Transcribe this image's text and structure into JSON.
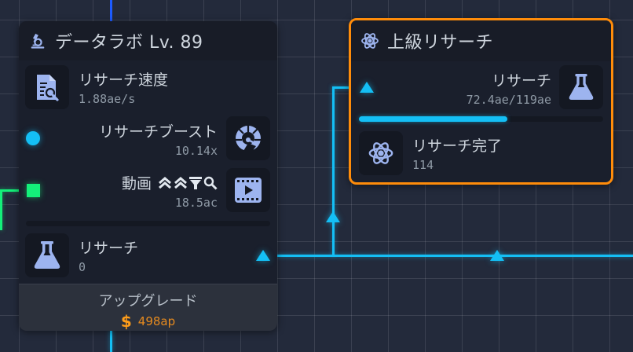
{
  "colors": {
    "accent_cyan": "#14bff5",
    "accent_green": "#14f07a",
    "selection_orange": "#ff8c0a",
    "cost_orange": "#e58a1f",
    "icon_lavender": "#9db4ef",
    "panel_bg": "#1a1f2c",
    "grid_bg": "#232a3b"
  },
  "data_lab": {
    "title_icon": "microscope-icon",
    "title": "データラボ Lv. 89",
    "research_speed": {
      "icon": "document-search-icon",
      "label": "リサーチ速度",
      "value": "1.88ae/s"
    },
    "research_boost": {
      "port": "input-circle",
      "label": "リサーチブースト",
      "value": "10.14x",
      "icon": "speedometer-icon"
    },
    "video": {
      "port": "input-square",
      "label": "動画",
      "tag_icons": [
        "double-chevron-up-icon",
        "double-chevron-up-icon",
        "filter-icon",
        "search-icon"
      ],
      "value": "18.5ac",
      "icon": "film-play-icon"
    },
    "research_output": {
      "icon": "flask-icon",
      "label": "リサーチ",
      "value": "0",
      "port": "output-triangle"
    },
    "upgrade": {
      "label": "アップグレード",
      "cost_icon": "dollar-icon",
      "cost": "498ap"
    }
  },
  "advanced_research": {
    "title_icon": "atom-icon",
    "title": "上級リサーチ",
    "research_input": {
      "port": "input-triangle",
      "label": "リサーチ",
      "value": "72.4ae/119ae",
      "icon": "flask-icon",
      "progress_percent": 60.8
    },
    "research_complete": {
      "icon": "atom-icon",
      "label": "リサーチ完了",
      "value": "114"
    }
  }
}
